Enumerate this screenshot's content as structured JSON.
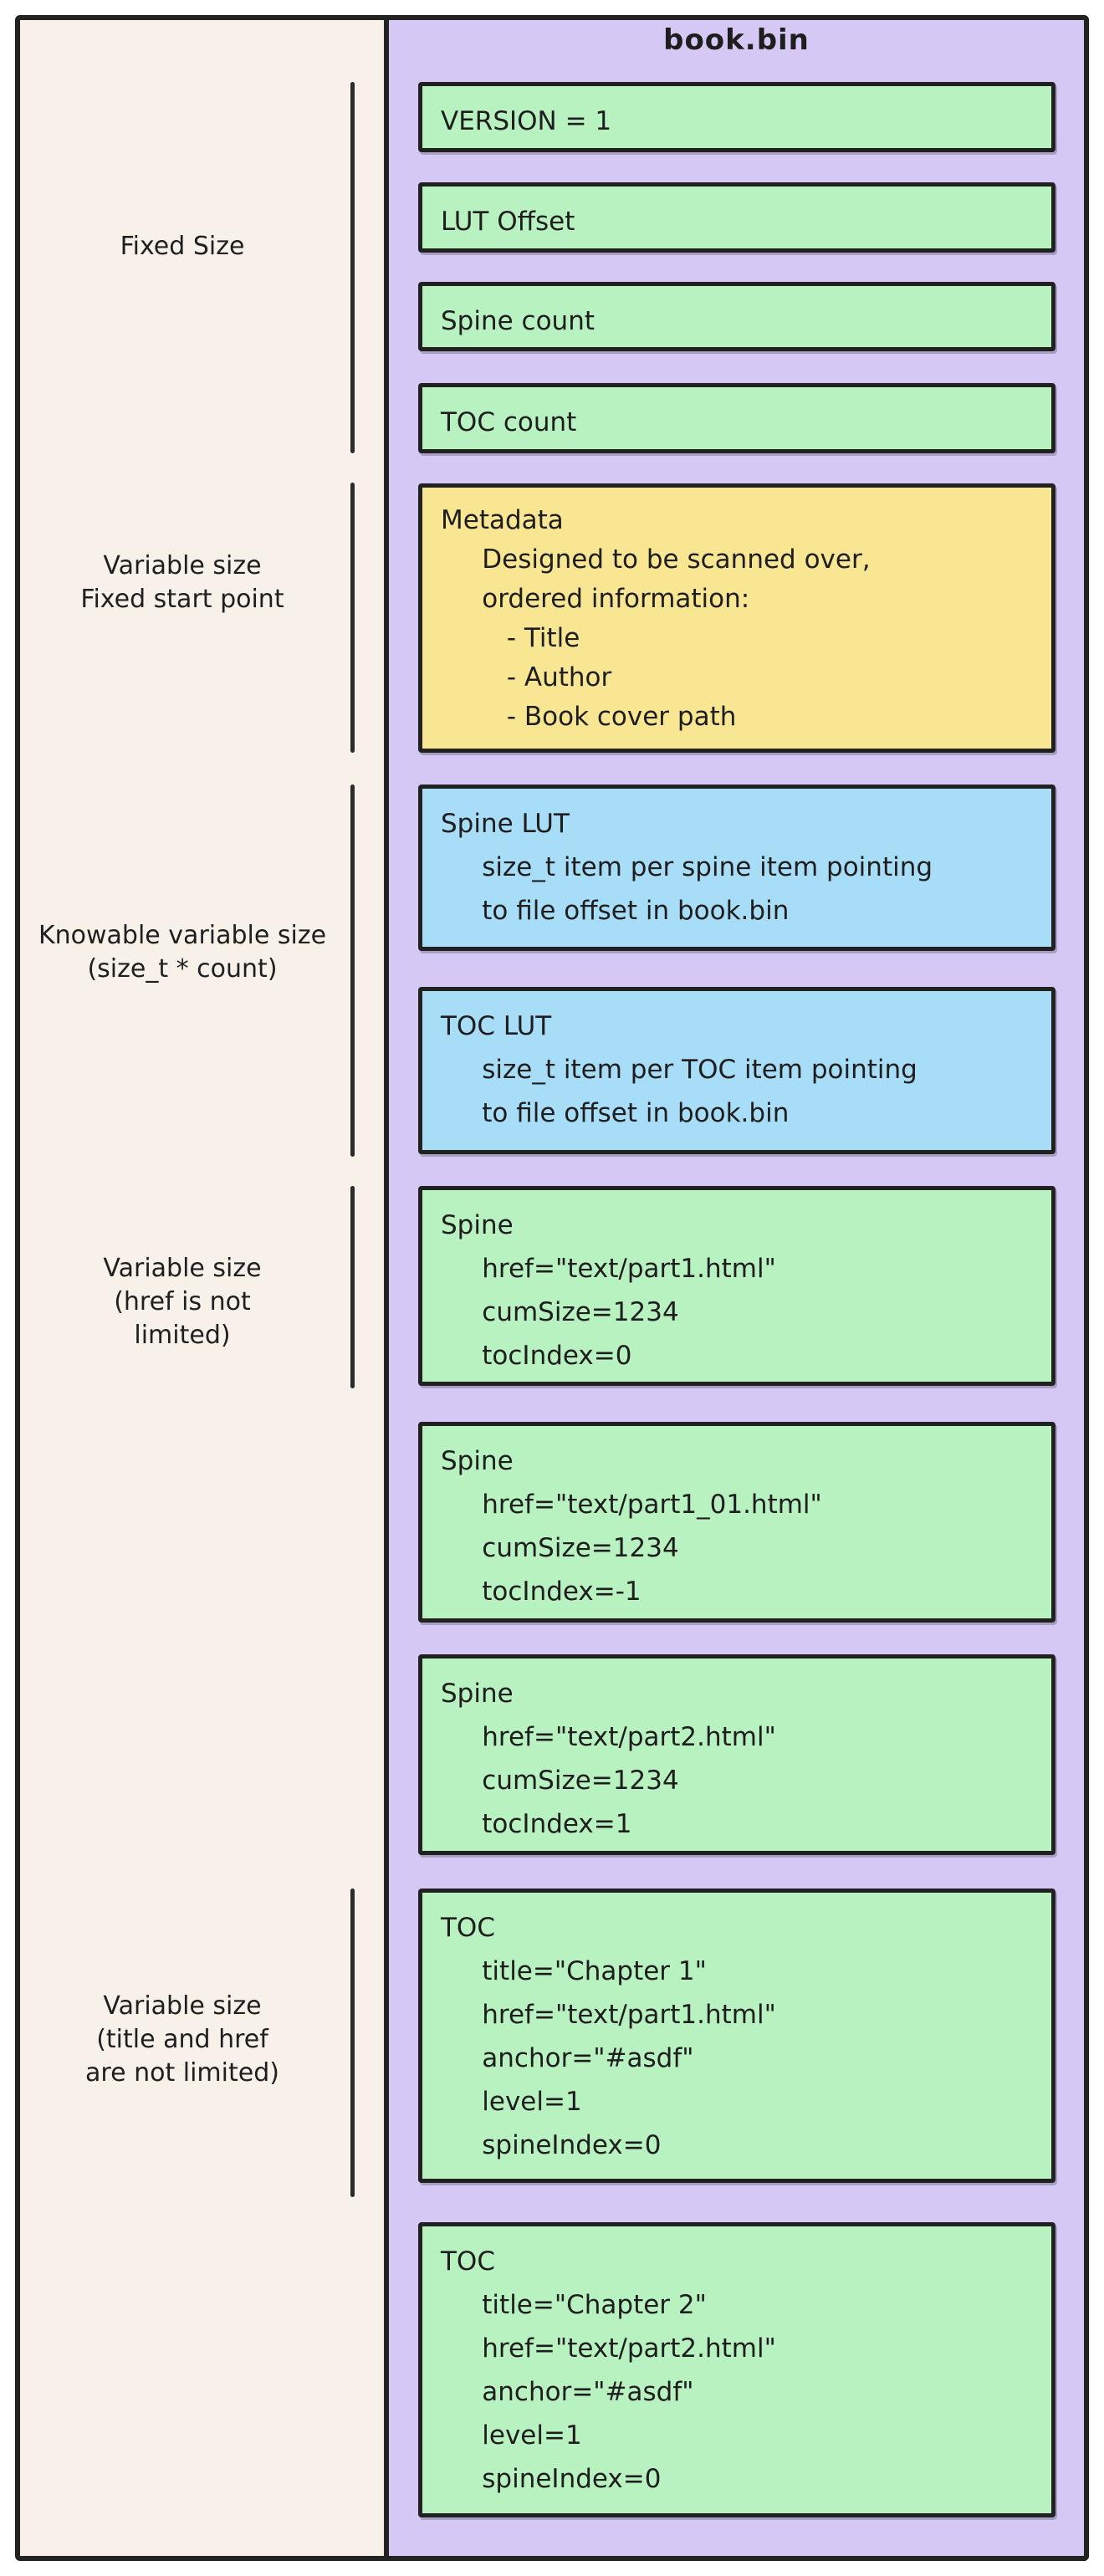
{
  "title": "book.bin",
  "colors": {
    "canvas": "#ffffff",
    "label_panel_bg": "#f7f1ea",
    "bin_panel_bg": "#d6c8f5",
    "field_green": "#b9f2c1",
    "field_yellow": "#f9e692",
    "field_blue": "#a8ddf8",
    "ink": "#222222"
  },
  "labels": {
    "fixed": {
      "lines": [
        "Fixed Size"
      ]
    },
    "variable_fixed_start": {
      "lines": [
        "Variable size",
        "Fixed start point"
      ]
    },
    "knowable": {
      "lines": [
        "Knowable variable size",
        "(size_t * count)"
      ]
    },
    "variable_href": {
      "lines": [
        "Variable size",
        "(href is not",
        "limited)"
      ]
    },
    "variable_title_href": {
      "lines": [
        "Variable size",
        "(title and href",
        "are not limited)"
      ]
    }
  },
  "boxes": {
    "version": {
      "lines": [
        "VERSION = 1"
      ]
    },
    "lut_offset": {
      "lines": [
        "LUT Offset"
      ]
    },
    "spine_count": {
      "lines": [
        "Spine count"
      ]
    },
    "toc_count": {
      "lines": [
        "TOC count"
      ]
    },
    "metadata": {
      "lines": [
        "Metadata",
        "     Designed to be scanned over,",
        "     ordered information:",
        "        - Title",
        "        - Author",
        "        - Book cover path"
      ]
    },
    "spine_lut": {
      "lines": [
        "Spine LUT",
        "     size_t item per spine item pointing",
        "     to file offset in book.bin"
      ]
    },
    "toc_lut": {
      "lines": [
        "TOC LUT",
        "     size_t item per TOC item pointing",
        "     to file offset in book.bin"
      ]
    },
    "spine1": {
      "lines": [
        "Spine",
        "     href=\"text/part1.html\"",
        "     cumSize=1234",
        "     tocIndex=0"
      ]
    },
    "spine2": {
      "lines": [
        "Spine",
        "     href=\"text/part1_01.html\"",
        "     cumSize=1234",
        "     tocIndex=-1"
      ]
    },
    "spine3": {
      "lines": [
        "Spine",
        "     href=\"text/part2.html\"",
        "     cumSize=1234",
        "     tocIndex=1"
      ]
    },
    "toc1": {
      "lines": [
        "TOC",
        "     title=\"Chapter 1\"",
        "     href=\"text/part1.html\"",
        "     anchor=\"#asdf\"",
        "     level=1",
        "     spineIndex=0"
      ]
    },
    "toc2": {
      "lines": [
        "TOC",
        "     title=\"Chapter 2\"",
        "     href=\"text/part2.html\"",
        "     anchor=\"#asdf\"",
        "     level=1",
        "     spineIndex=0"
      ]
    }
  }
}
